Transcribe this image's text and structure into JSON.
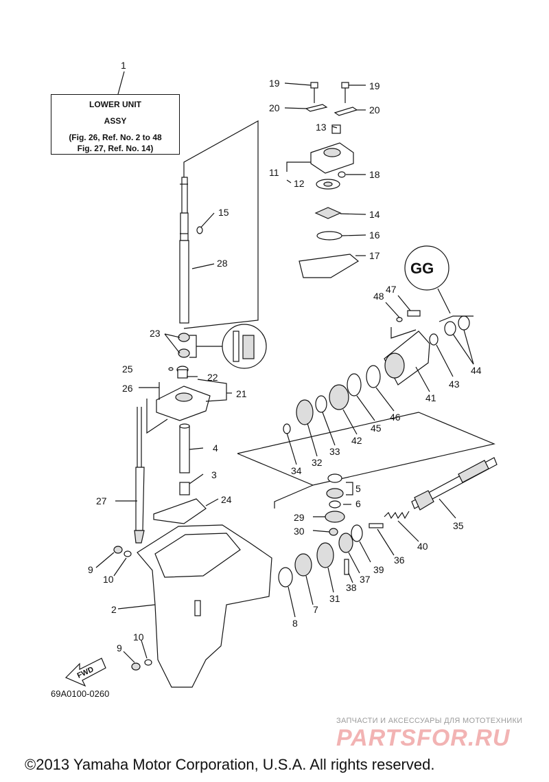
{
  "assy_box": {
    "line1": "LOWER UNIT",
    "line2": "ASSY",
    "line3": "(Fig. 26, Ref. No. 2 to 48",
    "line4": "Fig. 27, Ref. No. 14)"
  },
  "callouts": {
    "c1": "1",
    "c2": "2",
    "c3": "3",
    "c4": "4",
    "c5": "5",
    "c6": "6",
    "c7": "7",
    "c8": "8",
    "c9a": "9",
    "c9b": "9",
    "c10a": "10",
    "c10b": "10",
    "c11": "11",
    "c12": "12",
    "c13": "13",
    "c14": "14",
    "c15": "15",
    "c16": "16",
    "c17": "17",
    "c18": "18",
    "c19a": "19",
    "c19b": "19",
    "c20a": "20",
    "c20b": "20",
    "c21": "21",
    "c22": "22",
    "c23": "23",
    "c24": "24",
    "c25": "25",
    "c26": "26",
    "c27": "27",
    "c28": "28",
    "c29": "29",
    "c30": "30",
    "c31": "31",
    "c32": "32",
    "c33": "33",
    "c34": "34",
    "c35": "35",
    "c36": "36",
    "c37": "37",
    "c38": "38",
    "c39": "39",
    "c40": "40",
    "c41": "41",
    "c42": "42",
    "c43": "43",
    "c44": "44",
    "c45": "45",
    "c46": "46",
    "c47": "47",
    "c48": "48"
  },
  "symbols": {
    "grease_label": "GG",
    "fwd_label": "FWD"
  },
  "drawing_number": "69A0100-0260",
  "watermark": {
    "subtitle": "ЗАПЧАСТИ И АКСЕССУАРЫ ДЛЯ МОТОТЕХНИКИ",
    "logo": "PARTSFOR.RU"
  },
  "copyright": "©2013 Yamaha Motor Corporation, U.S.A. All rights reserved."
}
